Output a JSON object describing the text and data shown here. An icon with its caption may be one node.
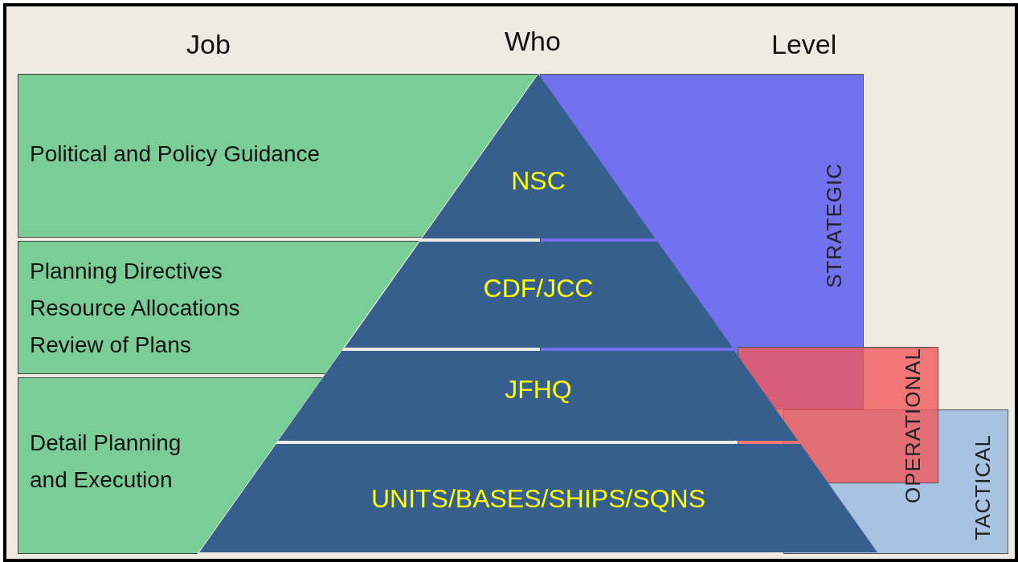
{
  "diagram": {
    "nodes": [
      {
        "text": [
          "Political and Policy Guidance"
        ]
      },
      {
        "text": [
          "Planning Directives",
          "Resource Allocations",
          "Review of Plans"
        ]
      },
      {
        "text": [
          "Detail Planning and Execution"
        ]
      },
      {
        "text": [
          "NSC"
        ]
      },
      {
        "text": [
          "CDF/JCC"
        ]
      },
      {
        "text": [
          "JFHQ"
        ]
      },
      {
        "text": [
          "UNITS/BASES/SHIPS/SQNS"
        ]
      },
      {
        "text": [
          "STRATEGIC"
        ]
      },
      {
        "text": [
          "OPERATIONAL"
        ]
      },
      {
        "text": [
          "TACTICAL"
        ]
      }
    ],
    "edges": [],
    "labels": [
      "Job",
      "Who",
      "Level"
    ]
  }
}
